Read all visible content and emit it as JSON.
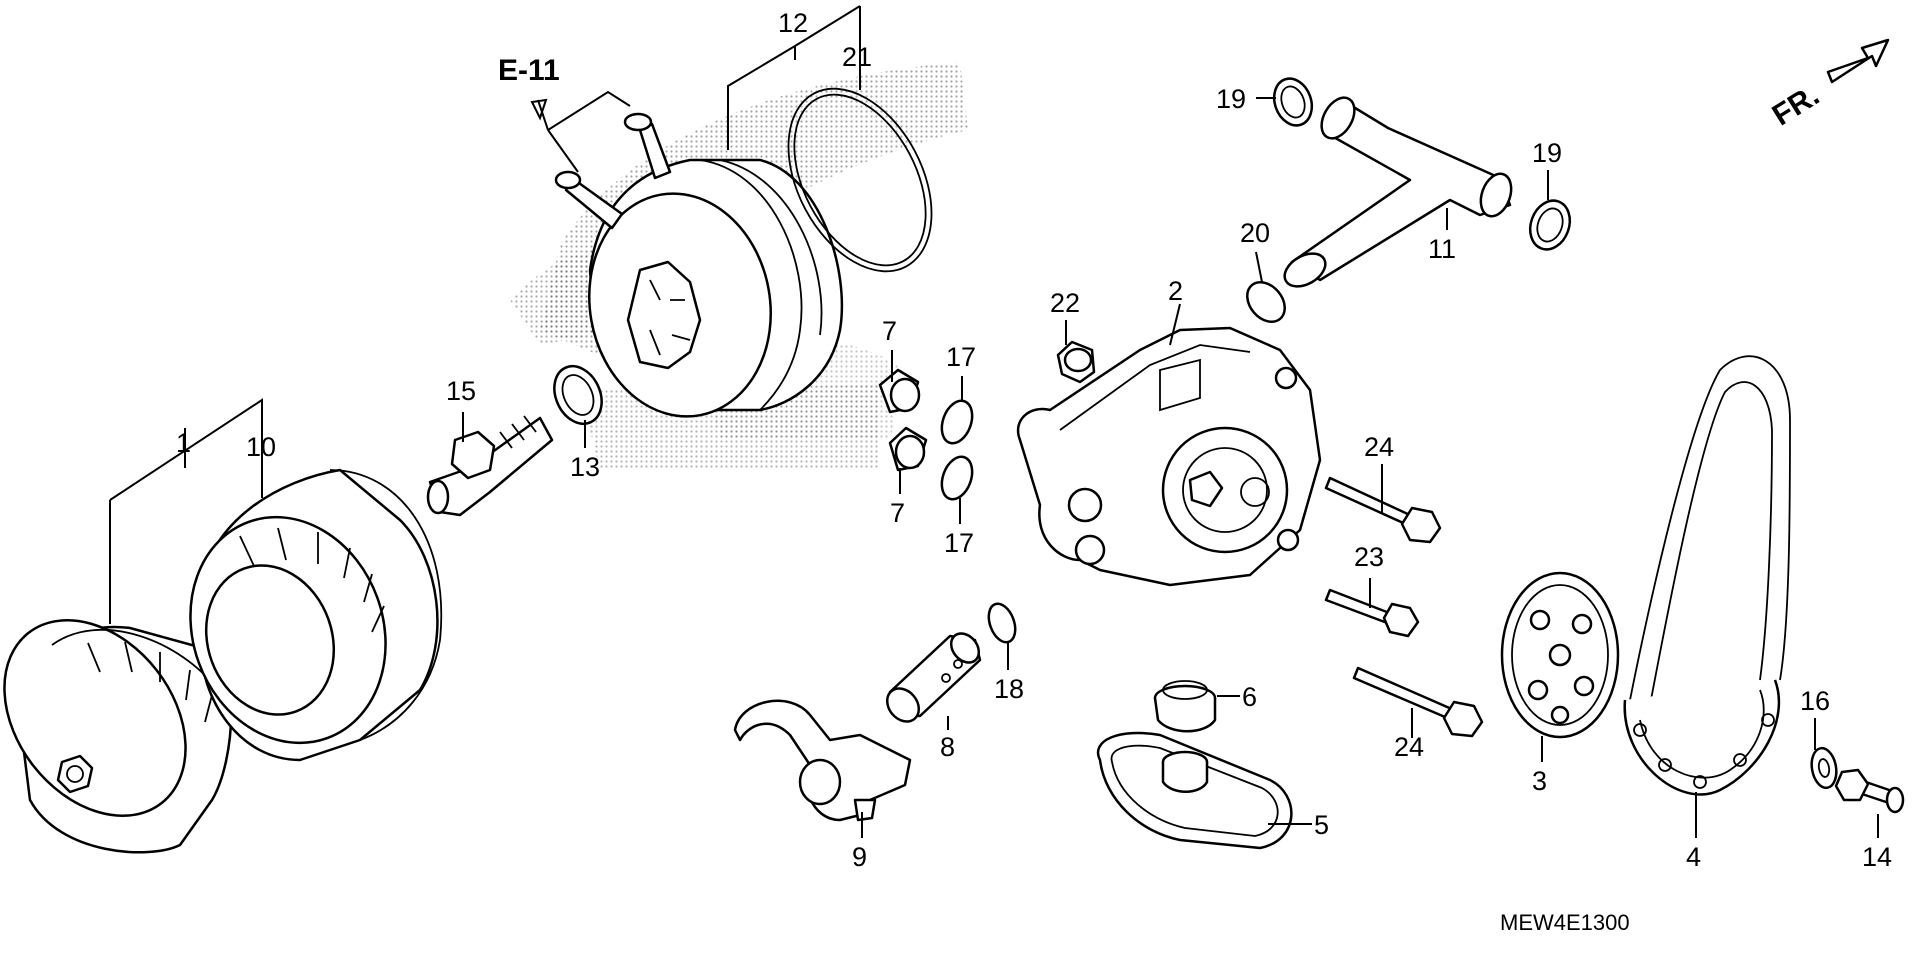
{
  "diagram": {
    "reference": "E-11",
    "code": "MEW4E1300",
    "direction_label": "FR.",
    "parts": [
      {
        "id": "p1",
        "label": "1"
      },
      {
        "id": "p2",
        "label": "2"
      },
      {
        "id": "p3",
        "label": "3"
      },
      {
        "id": "p4",
        "label": "4"
      },
      {
        "id": "p5",
        "label": "5"
      },
      {
        "id": "p6",
        "label": "6"
      },
      {
        "id": "p7a",
        "label": "7"
      },
      {
        "id": "p7b",
        "label": "7"
      },
      {
        "id": "p8",
        "label": "8"
      },
      {
        "id": "p9",
        "label": "9"
      },
      {
        "id": "p10",
        "label": "10"
      },
      {
        "id": "p11",
        "label": "11"
      },
      {
        "id": "p12",
        "label": "12"
      },
      {
        "id": "p13",
        "label": "13"
      },
      {
        "id": "p14",
        "label": "14"
      },
      {
        "id": "p15",
        "label": "15"
      },
      {
        "id": "p16",
        "label": "16"
      },
      {
        "id": "p17a",
        "label": "17"
      },
      {
        "id": "p17b",
        "label": "17"
      },
      {
        "id": "p18",
        "label": "18"
      },
      {
        "id": "p19a",
        "label": "19"
      },
      {
        "id": "p19b",
        "label": "19"
      },
      {
        "id": "p20",
        "label": "20"
      },
      {
        "id": "p21",
        "label": "21"
      },
      {
        "id": "p22",
        "label": "22"
      },
      {
        "id": "p23",
        "label": "23"
      },
      {
        "id": "p24a",
        "label": "24"
      },
      {
        "id": "p24b",
        "label": "24"
      }
    ]
  }
}
